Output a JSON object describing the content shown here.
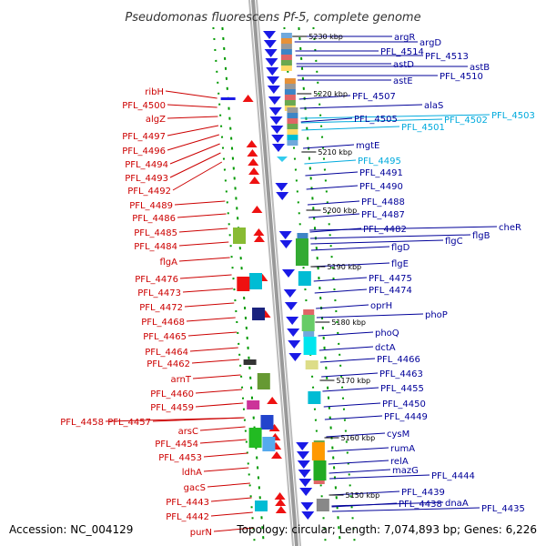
{
  "title": "Pseudomonas fluorescens Pf-5, complete genome",
  "footer": {
    "accession": "Accession: NC_004129",
    "topology": "Topology: circular; Length: 7,074,893 bp; Genes: 6,226"
  },
  "colors": {
    "forward_label": "#cc0000",
    "reverse_label": "#000099",
    "highlight_label": "#00aadd",
    "backbone": "#999999",
    "tick": "#009900"
  },
  "kbp_labels": [
    "5230 kbp",
    "5220 kbp",
    "5210 kbp",
    "5200 kbp",
    "5190 kbp",
    "5180 kbp",
    "5170 kbp",
    "5160 kbp",
    "5150 kbp"
  ],
  "left_labels": [
    "ribH",
    "PFL_4500",
    "algZ",
    "PFL_4497",
    "PFL_4496",
    "PFL_4494",
    "PFL_4493",
    "PFL_4492",
    "PFL_4489",
    "PFL_4486",
    "PFL_4485",
    "PFL_4484",
    "flgA",
    "PFL_4476",
    "PFL_4473",
    "PFL_4472",
    "PFL_4468",
    "PFL_4465",
    "PFL_4464",
    "PFL_4462",
    "arnT",
    "PFL_4460",
    "PFL_4459",
    "PFL_4458",
    "PFL_4457",
    "arsC",
    "PFL_4454",
    "PFL_4453",
    "ldhA",
    "gacS",
    "PFL_4443",
    "PFL_4442",
    "purN"
  ],
  "right_labels": [
    "argR",
    "argD",
    "PFL_4514",
    "PFL_4513",
    "astD",
    "astB",
    "PFL_4510",
    "astE",
    "PFL_4507",
    "alaS",
    "PFL_4505",
    "PFL_4502",
    "PFL_4503",
    "PFL_4501",
    "mgtE",
    "PFL_4495",
    "PFL_4491",
    "PFL_4490",
    "PFL_4488",
    "PFL_4487",
    "PFL_4482",
    "cheR",
    "flgB",
    "flgC",
    "flgD",
    "flgE",
    "PFL_4475",
    "PFL_4474",
    "oprH",
    "phoP",
    "phoQ",
    "dctA",
    "PFL_4466",
    "PFL_4463",
    "PFL_4455",
    "PFL_4450",
    "PFL_4449",
    "cysM",
    "rumA",
    "relA",
    "mazG",
    "PFL_4444",
    "PFL_4439",
    "PFL_4438",
    "dnaA",
    "PFL_4435"
  ]
}
